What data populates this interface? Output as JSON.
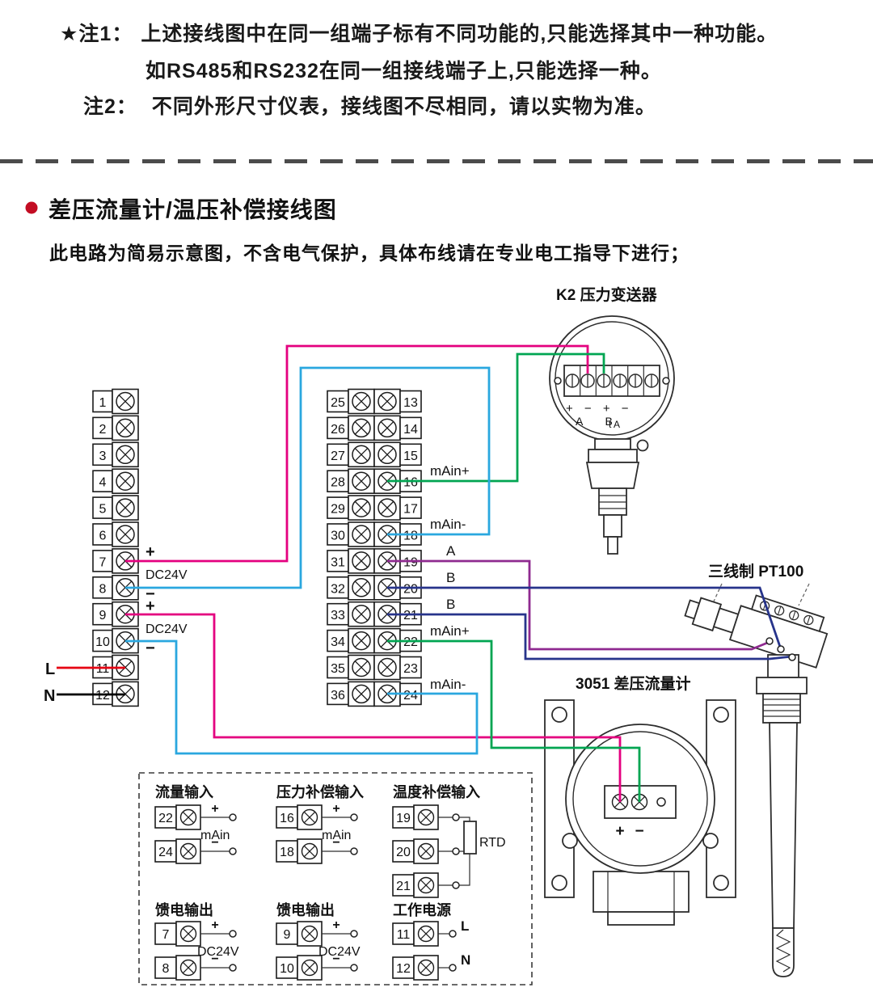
{
  "notes": {
    "note1_label": "★注1：",
    "note1_text": "上述接线图中在同一组端子标有不同功能的,只能选择其中一种功能。",
    "note1_text2": "如RS485和RS232在同一组接线端子上,只能选择一种。",
    "note2_label": "注2：",
    "note2_text": "不同外形尺寸仪表，接线图不尽相同，请以实物为准。"
  },
  "section": {
    "title": "差压流量计/温压补偿接线图",
    "subtitle": "此电路为简易示意图，不含电气保护，具体布线请在专业电工指导下进行；",
    "bullet_color": "#c30d23"
  },
  "terminal_blocks": {
    "left_rows": [
      "1",
      "2",
      "3",
      "4",
      "5",
      "6",
      "7",
      "8",
      "9",
      "10",
      "11",
      "12"
    ],
    "mid_rows": [
      {
        "l": "25",
        "r": "13"
      },
      {
        "l": "26",
        "r": "14"
      },
      {
        "l": "27",
        "r": "15"
      },
      {
        "l": "28",
        "r": "16"
      },
      {
        "l": "29",
        "r": "17"
      },
      {
        "l": "30",
        "r": "18"
      },
      {
        "l": "31",
        "r": "19"
      },
      {
        "l": "32",
        "r": "20"
      },
      {
        "l": "33",
        "r": "21"
      },
      {
        "l": "34",
        "r": "22"
      },
      {
        "l": "35",
        "r": "23"
      },
      {
        "l": "36",
        "r": "24"
      }
    ]
  },
  "signal_labels": {
    "t16": "mAin+",
    "t18": "mAin-",
    "t19": "A",
    "t20": "B",
    "t21": "B",
    "t22": "mAin+",
    "t24": "mAin-"
  },
  "power_labels": {
    "plus": "+",
    "minus": "−",
    "dc24v": "DC24V",
    "line": "L",
    "neutral": "N"
  },
  "devices": {
    "transmitter": {
      "label": "K2 压力变送器",
      "signs": "+ − + −",
      "ab": "A B",
      "ta": "t A"
    },
    "flowmeter": {
      "label": "3051 差压流量计",
      "plus": "+",
      "minus": "−"
    },
    "rtd_sensor": {
      "label": "三线制 PT100"
    }
  },
  "io_panel": {
    "flow": {
      "title": "流量输入",
      "mid": "mAin",
      "rows": [
        {
          "n": "22",
          "sign": "+"
        },
        {
          "n": "24",
          "sign": "−"
        }
      ]
    },
    "pressure": {
      "title": "压力补偿输入",
      "mid": "mAin",
      "rows": [
        {
          "n": "16",
          "sign": "+"
        },
        {
          "n": "18",
          "sign": "−"
        }
      ]
    },
    "temperature": {
      "title": "温度补偿输入",
      "rtd": "RTD",
      "rows": [
        {
          "n": "19"
        },
        {
          "n": "20"
        },
        {
          "n": "21"
        }
      ]
    },
    "feed1": {
      "title": "馈电输出",
      "mid": "DC24V",
      "rows": [
        {
          "n": "7",
          "sign": "+"
        },
        {
          "n": "8",
          "sign": "−"
        }
      ]
    },
    "feed2": {
      "title": "馈电输出",
      "mid": "DC24V",
      "rows": [
        {
          "n": "9",
          "sign": "+"
        },
        {
          "n": "10",
          "sign": "−"
        }
      ]
    },
    "power": {
      "title": "工作电源",
      "rows": [
        {
          "n": "11",
          "sign": "L"
        },
        {
          "n": "12",
          "sign": "N"
        }
      ]
    }
  },
  "wire_colors": {
    "magenta": "#e4007f",
    "green": "#00a551",
    "cyan": "#2aa7df",
    "navy": "#27348b",
    "purple": "#8f2a90",
    "red": "#e60012",
    "black": "#000000"
  }
}
